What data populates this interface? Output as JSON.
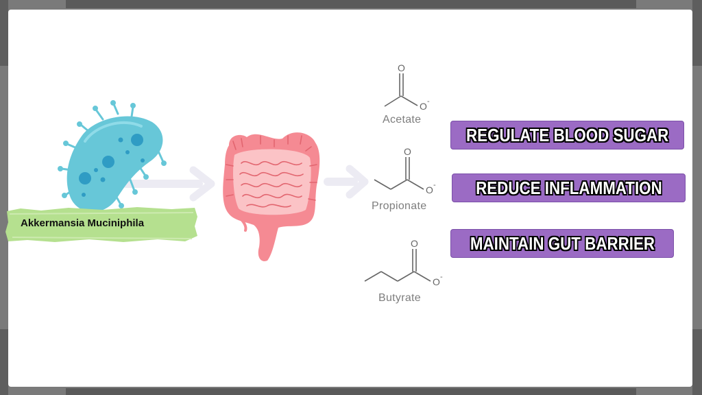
{
  "bacterium": {
    "label": "Akkermansia Muciniphila"
  },
  "metabolites": [
    {
      "name": "Acetate"
    },
    {
      "name": "Propionate"
    },
    {
      "name": "Butyrate"
    }
  ],
  "molecule_charge": "-",
  "molecule_oxygen": "O",
  "benefits": [
    {
      "label": "REGULATE BLOOD SUGAR"
    },
    {
      "label": "REDUCE INFLAMMATION"
    },
    {
      "label": "MAINTAIN GUT BARRIER"
    }
  ],
  "colors": {
    "bacterium_fill": "#67c7d8",
    "bacterium_spots": "#2f9cc4",
    "bacterium_label_band": "#b5e08f",
    "intestine_fill": "#f58a93",
    "arrow": "#ecebf3",
    "benefit_box": "#9b6bc4"
  }
}
